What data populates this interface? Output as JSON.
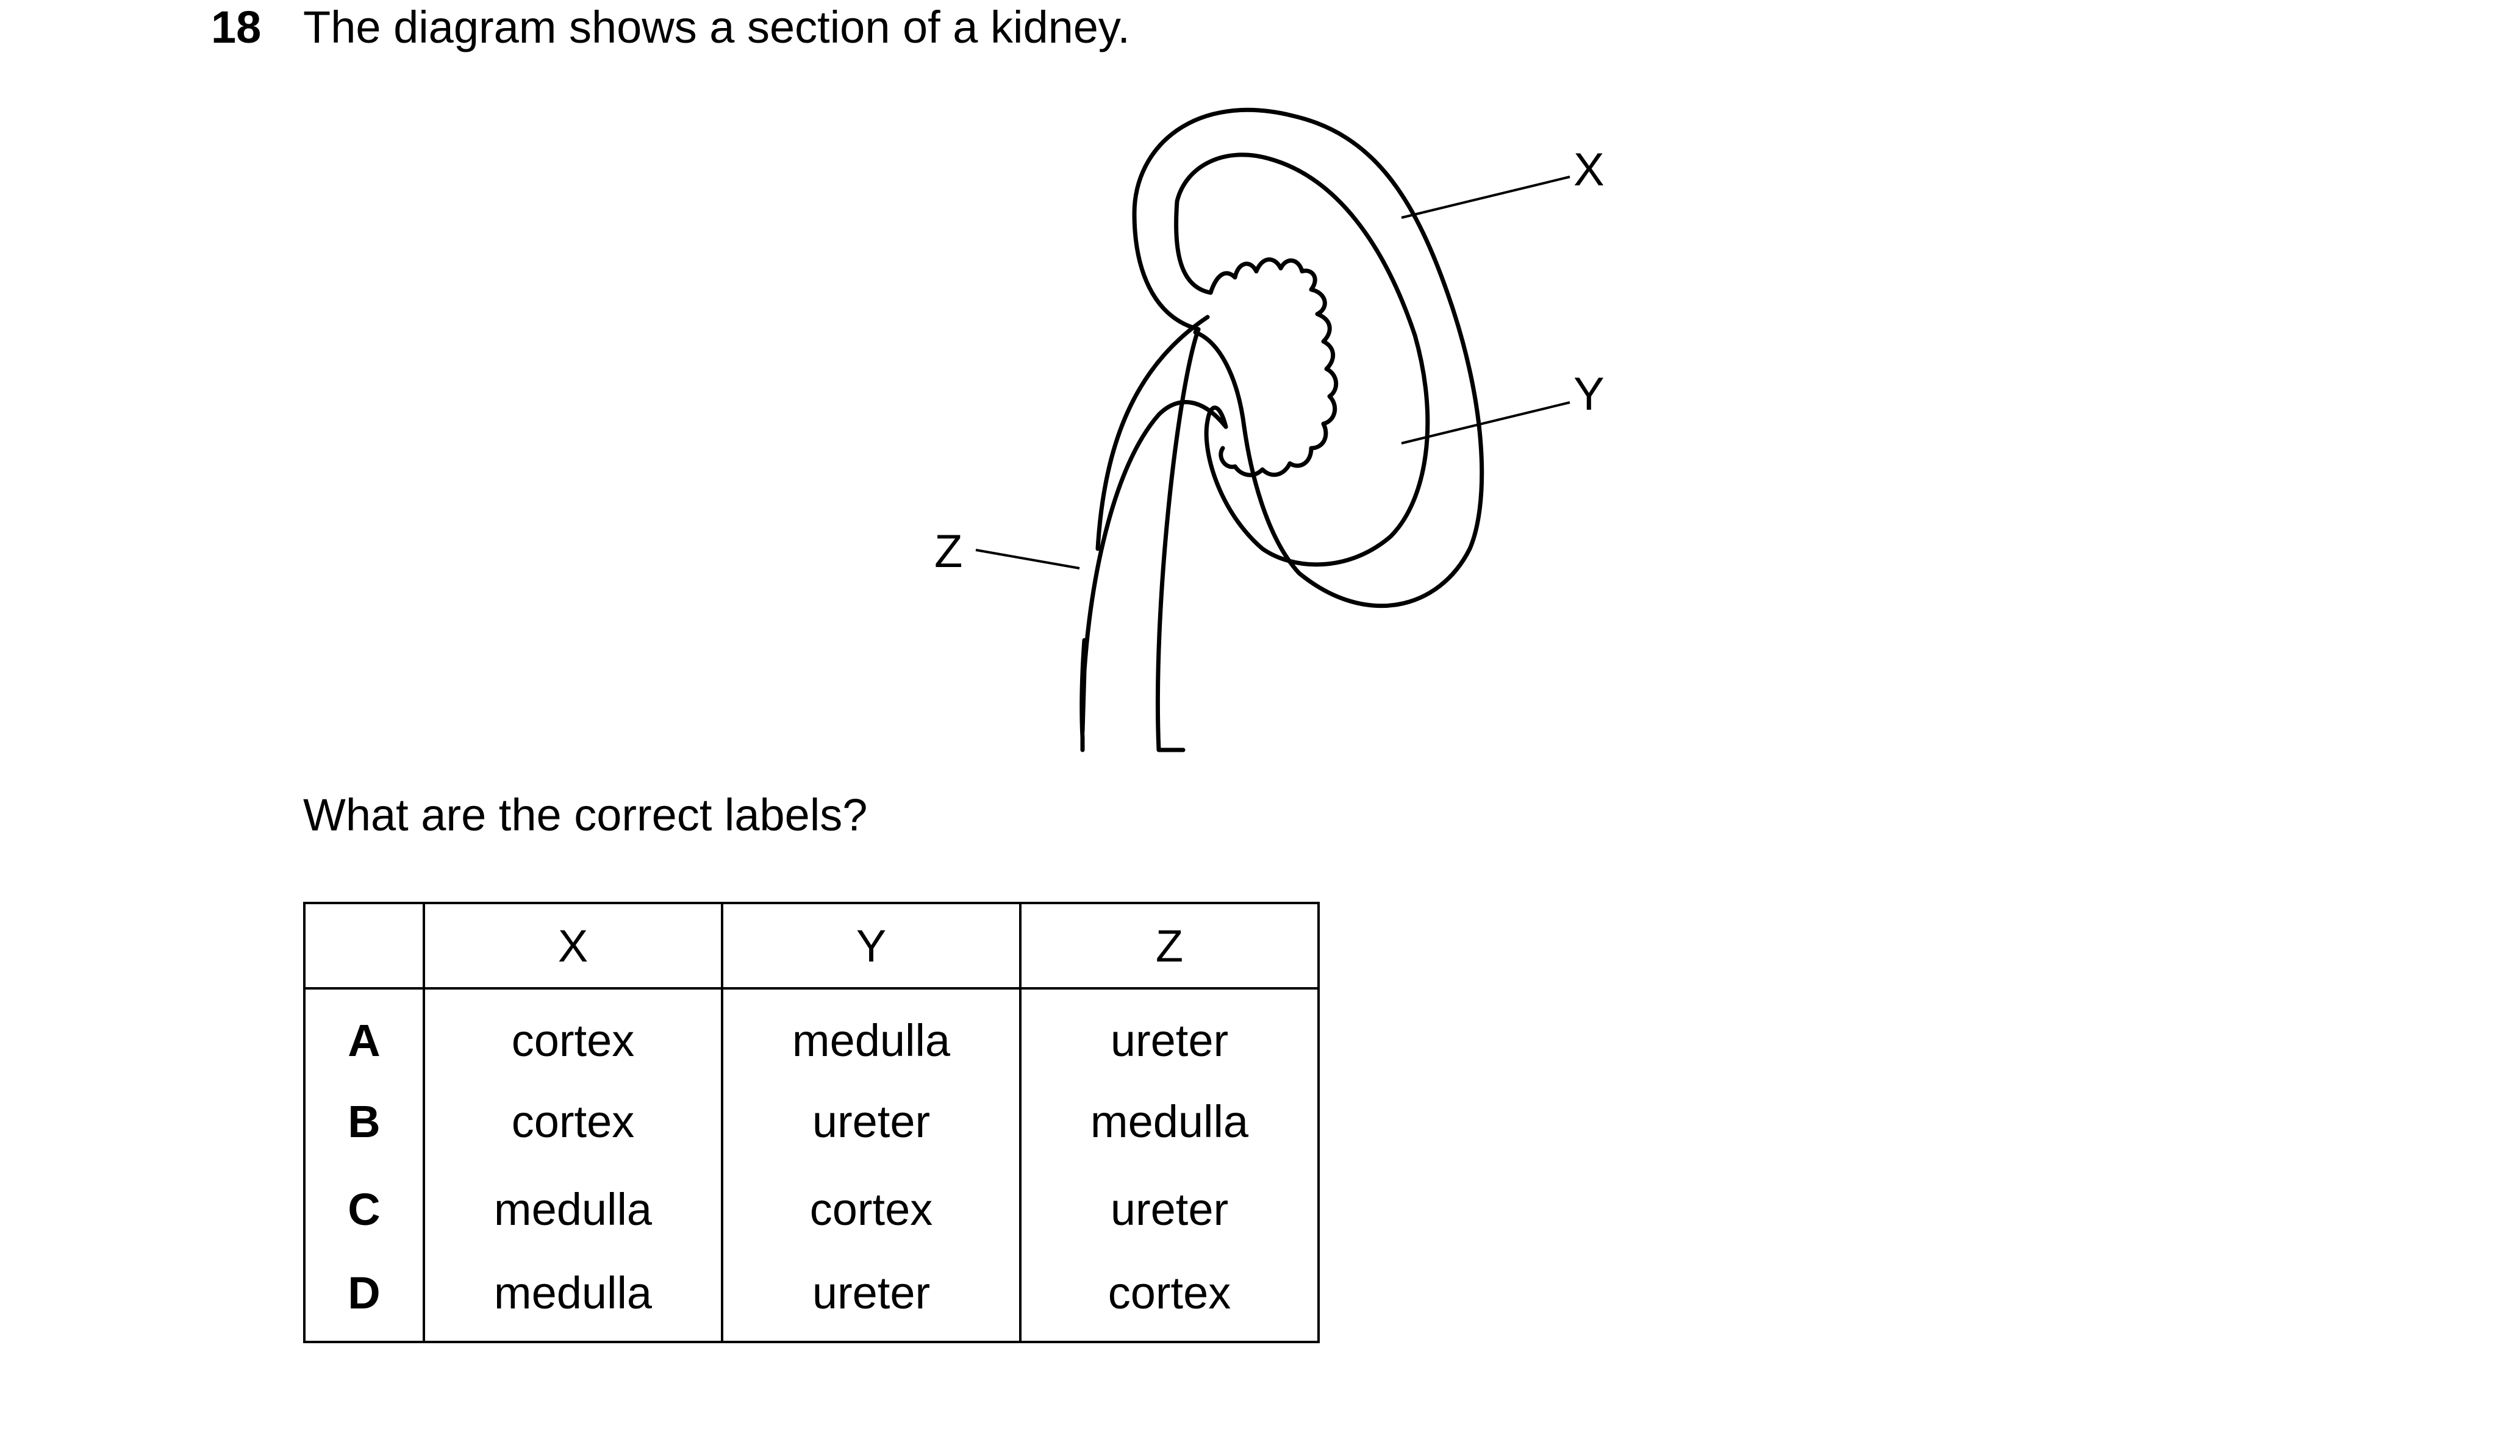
{
  "question": {
    "number": "18",
    "stem": "The diagram shows a section of a kidney.",
    "prompt": "What are the correct labels?"
  },
  "diagram": {
    "labels": {
      "x": "X",
      "y": "Y",
      "z": "Z"
    }
  },
  "table": {
    "headers": [
      "",
      "X",
      "Y",
      "Z"
    ],
    "rows": [
      {
        "letter": "A",
        "x": "cortex",
        "y": "medulla",
        "z": "ureter"
      },
      {
        "letter": "B",
        "x": "cortex",
        "y": "ureter",
        "z": "medulla"
      },
      {
        "letter": "C",
        "x": "medulla",
        "y": "cortex",
        "z": "ureter"
      },
      {
        "letter": "D",
        "x": "medulla",
        "y": "ureter",
        "z": "cortex"
      }
    ]
  }
}
